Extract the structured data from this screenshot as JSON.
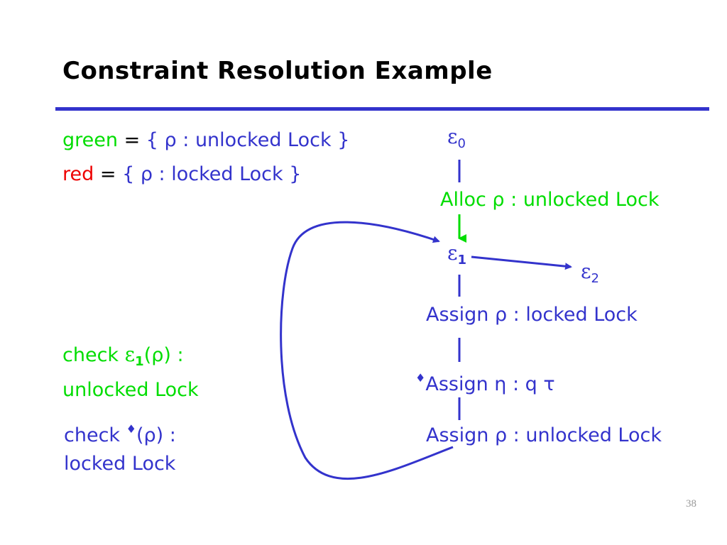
{
  "slide": {
    "title": "Constraint Resolution Example",
    "page_number": "38"
  },
  "definitions": {
    "green": {
      "name": "green",
      "eq": " = ",
      "set": "{ ρ : unlocked Lock }"
    },
    "red": {
      "name": "red",
      "eq": " = ",
      "set": "{ ρ : locked Lock }"
    }
  },
  "checks": {
    "check1": {
      "prefix": "check ",
      "eps": "ε",
      "sub": "1",
      "arg": "(ρ) :",
      "line2": "unlocked Lock"
    },
    "check2": {
      "prefix": "check ",
      "diamond": "♦",
      "arg": "(ρ) :",
      "line2": "locked Lock"
    }
  },
  "graph": {
    "eps0": {
      "sym": "ε",
      "sub": "0"
    },
    "eps1": {
      "sym": "ε",
      "sub": "1"
    },
    "eps2": {
      "sym": "ε",
      "sub": "2"
    },
    "alloc": "Alloc ρ : unlocked Lock",
    "assign1": "Assign ρ : locked Lock",
    "assign2_diamond": "♦",
    "assign2": "Assign η : q τ",
    "assign3": "Assign ρ : unlocked Lock"
  },
  "colors": {
    "green": "#00dd00",
    "red": "#ee0000",
    "blue": "#3333cc"
  }
}
